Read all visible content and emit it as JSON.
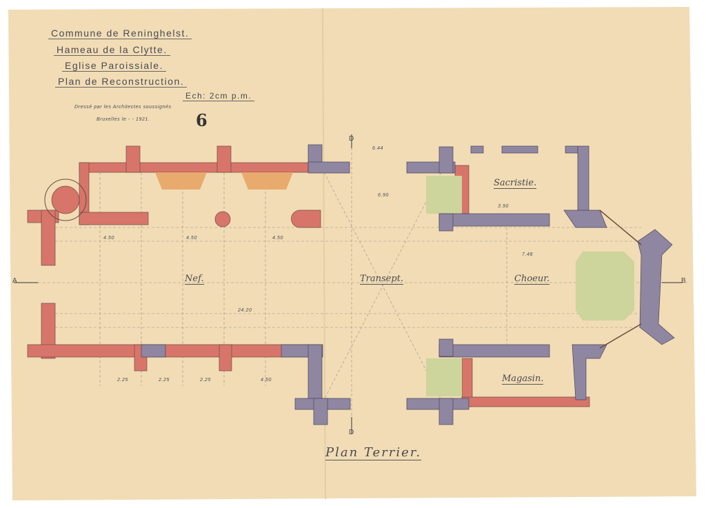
{
  "title_block": {
    "lines": [
      "Commune de Reninghelst.",
      "Hameau de la Clytte.",
      "Eglise Paroissiale.",
      "Plan de Reconstruction."
    ],
    "scale": "Ech: 2cm p.m.",
    "drawn_by": "Dressé par les Architectes soussignés",
    "place_date": "Bruxelles le  -  - 1921.",
    "sheet_number": "6"
  },
  "rooms": {
    "nave": "Nef.",
    "transept": "Transept.",
    "choir": "Choeur.",
    "sacristy": "Sacristie.",
    "storeroom": "Magasin."
  },
  "section_marks": {
    "a": "A",
    "b": "B",
    "d": "D"
  },
  "drawing_title": "Plan Terrier.",
  "dimensions": [
    "4.50",
    "4.50",
    "4.50",
    "24.20",
    "2.25",
    "2.25",
    "2.25",
    "4.50",
    "6.44",
    "6.90",
    "7.48",
    "3.90"
  ],
  "colors": {
    "paper": "#f1dcb5",
    "old_walls": "#d8756a",
    "new_walls": "#8f86a1",
    "orange": "#e9aa6e",
    "green": "#cdd49c"
  }
}
